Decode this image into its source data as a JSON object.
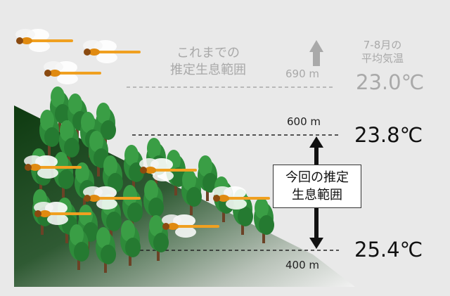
{
  "previous": {
    "range_line1": "これまでの",
    "range_line2": "推定生息範囲",
    "altitude": "690 m",
    "temp_label_line1": "7-8月の",
    "temp_label_line2": "平均気温",
    "temperature": "23.0℃"
  },
  "current": {
    "upper_altitude": "600 m",
    "upper_temperature": "23.8℃",
    "lower_altitude": "400 m",
    "lower_temperature": "25.4℃",
    "range_line1": "今回の推定",
    "range_line2": "生息範囲"
  },
  "colors": {
    "background": "#e9e9e9",
    "faded_text": "#a9a9a9",
    "hill_dark": "#0f3d12",
    "tree_green": "#2e8b3a",
    "dragonfly_orange": "#f0a020"
  }
}
